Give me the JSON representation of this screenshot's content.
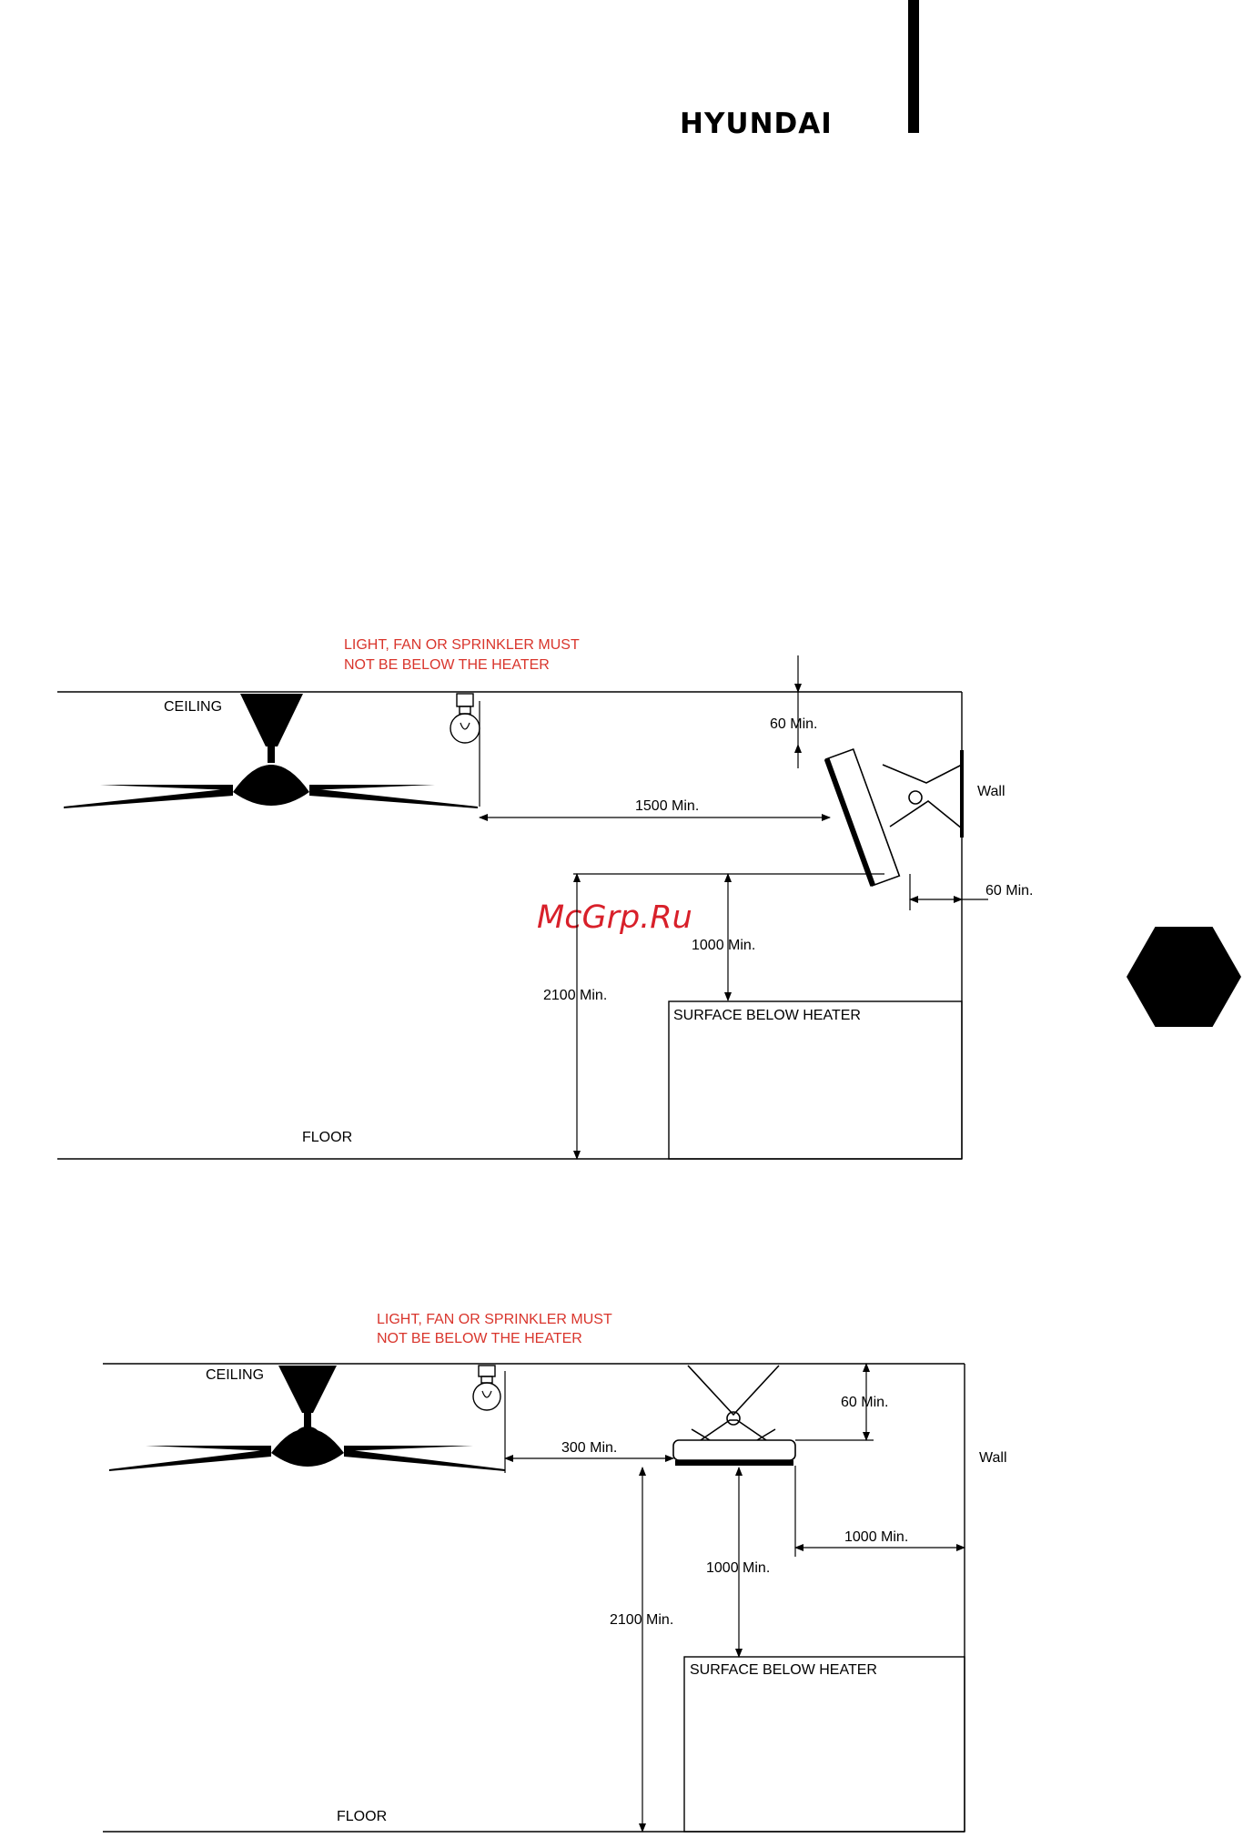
{
  "header": {
    "brand": "HYUNDAI"
  },
  "watermark": "McGrp.Ru",
  "diagram_wall": {
    "warning_line1": "LIGHT, FAN OR SPRINKLER MUST",
    "warning_line2": "NOT BE BELOW THE HEATER",
    "ceiling": "CEILING",
    "floor": "FLOOR",
    "wall": "Wall",
    "surface": "SURFACE BELOW HEATER",
    "dim_top": "60 Min.",
    "dim_side": "60 Min.",
    "dim_horizontal": "1500 Min.",
    "dim_below": "1000 Min.",
    "dim_height": "2100 Min."
  },
  "diagram_ceiling": {
    "warning_line1": "LIGHT, FAN OR SPRINKLER MUST",
    "warning_line2": "NOT BE BELOW THE HEATER",
    "ceiling": "CEILING",
    "floor": "FLOOR",
    "wall": "Wall",
    "surface": "SURFACE BELOW HEATER",
    "dim_top": "60 Min.",
    "dim_horizontal": "300 Min.",
    "dim_wall": "1000 Min.",
    "dim_below": "1000 Min.",
    "dim_height": "2100 Min."
  }
}
